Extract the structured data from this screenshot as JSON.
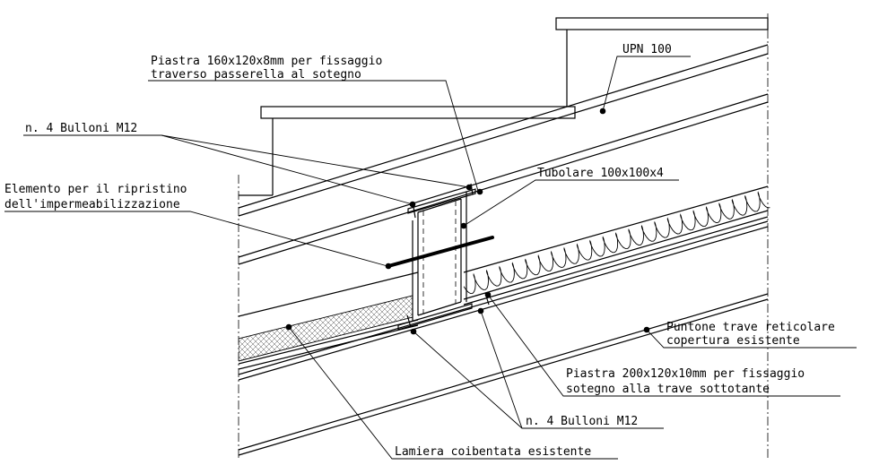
{
  "labels": {
    "upn": "UPN 100",
    "piastra_top_1": "Piastra 160x120x8mm per fissaggio",
    "piastra_top_2": "traverso passerella al sotegno",
    "bulloni_top": "n. 4 Bulloni M12",
    "elemento_1": "Elemento per il ripristino",
    "elemento_2": "dell'impermeabilizzazione",
    "tubolare": "Tubolare 100x100x4",
    "puntone_1": "Puntone trave reticolare",
    "puntone_2": "copertura esistente",
    "piastra_bot_1": "Piastra 200x120x10mm per fissaggio",
    "piastra_bot_2": "sotegno alla trave sottotante",
    "bulloni_bot": "n. 4 Bulloni M12",
    "lamiera": "Lamiera coibentata esistente"
  }
}
